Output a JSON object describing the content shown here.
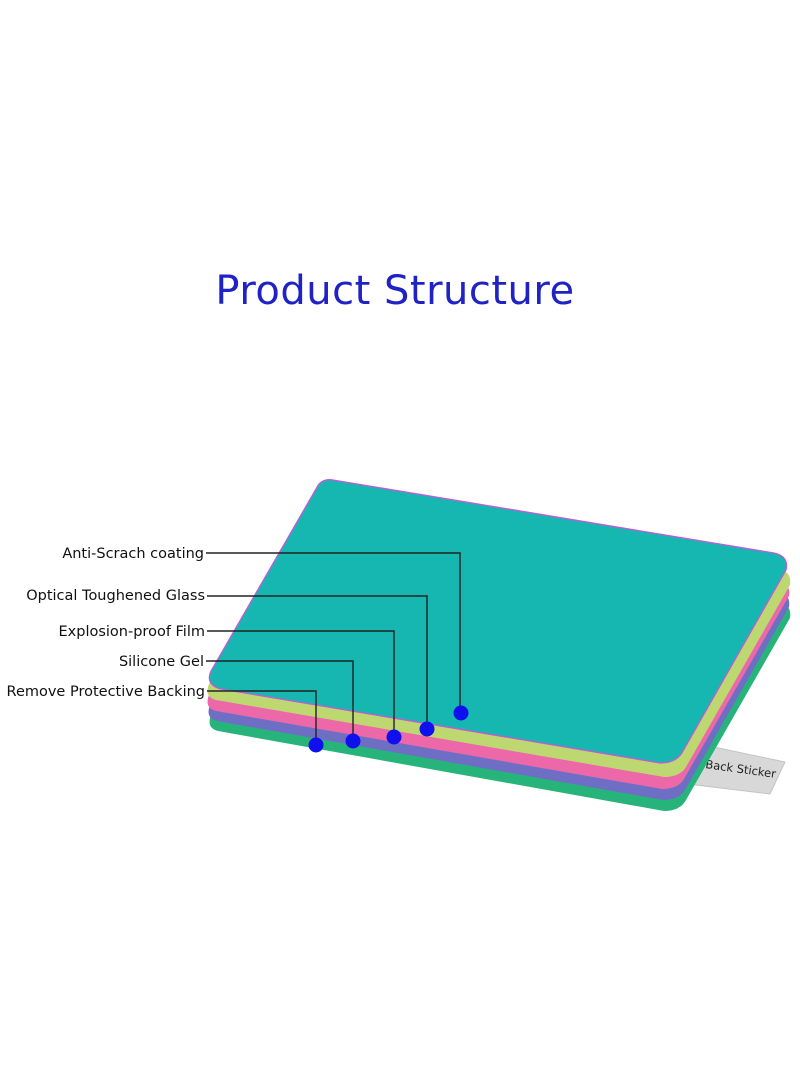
{
  "title": "Product Structure",
  "colors": {
    "title": "#1f22c4",
    "dot": "#1010ee",
    "layer_top": "#16b6b1",
    "layer_top_edge": "#c55ad8",
    "layer_yellow": "#bed871",
    "layer_pink": "#ec68a8",
    "layer_blue": "#6e6fc4",
    "layer_green": "#27b47a",
    "sticker": "#d8d8d8"
  },
  "layers": [
    {
      "label": "Anti-Scrach coating",
      "color": "#16b6b1"
    },
    {
      "label": "Optical Toughened Glass",
      "color": "#bed871"
    },
    {
      "label": "Explosion-proof Film",
      "color": "#ec68a8"
    },
    {
      "label": "Silicone Gel",
      "color": "#6e6fc4"
    },
    {
      "label": "Remove Protective Backing",
      "color": "#27b47a"
    }
  ],
  "back_sticker": "Back Sticker"
}
